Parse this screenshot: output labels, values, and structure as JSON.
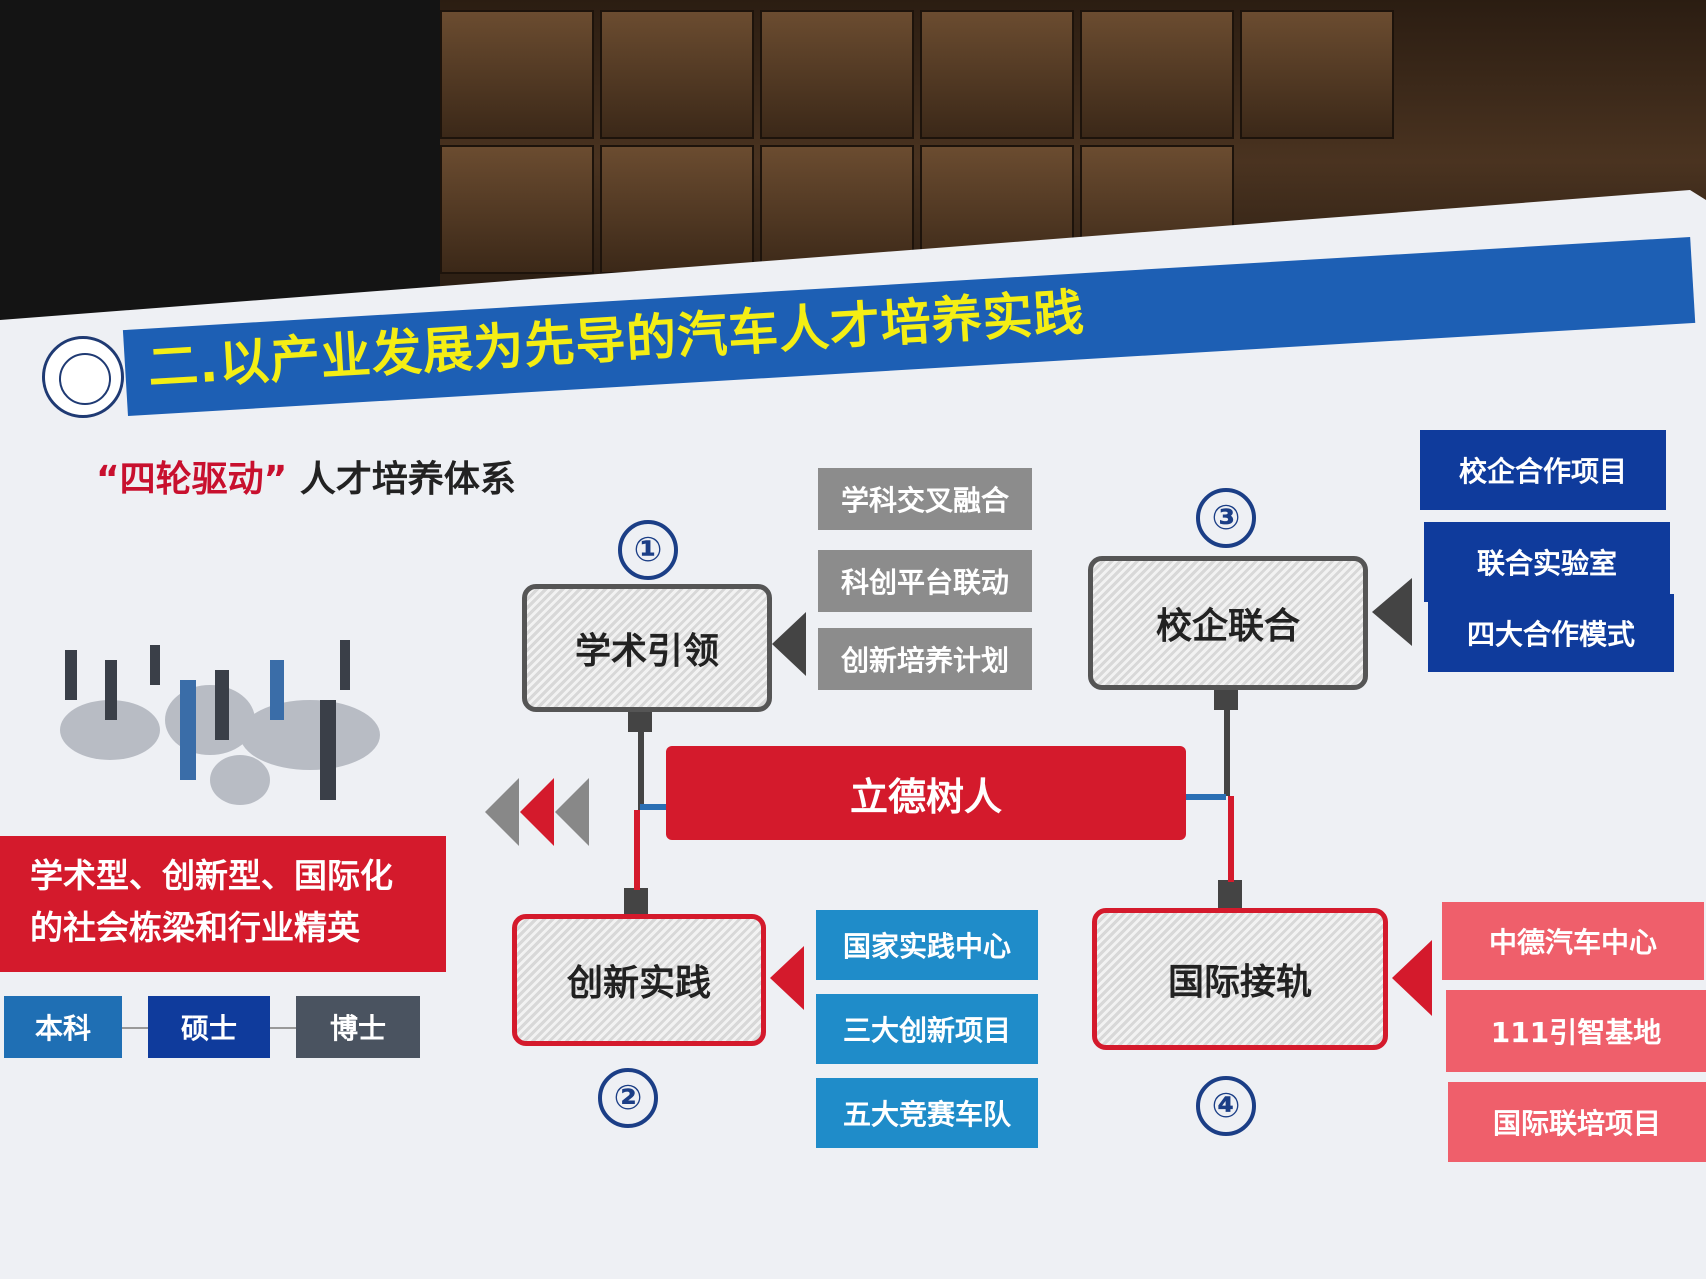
{
  "title": "二.以产业发展为先导的汽车人才培养实践",
  "subtitle_quote": "“四轮驱动”",
  "subtitle_rest": "人才培养体系",
  "center_label": "立德树人",
  "goal": {
    "line1": "学术型、创新型、国际化",
    "line2": "的社会栋梁和行业精英"
  },
  "degrees": [
    "本科",
    "硕士",
    "博士"
  ],
  "wheels": [
    {
      "num": "①",
      "label": "学术引领",
      "tags": [
        "学科交叉融合",
        "科创平台联动",
        "创新培养计划"
      ]
    },
    {
      "num": "②",
      "label": "创新实践",
      "tags": [
        "国家实践中心",
        "三大创新项目",
        "五大竞赛车队"
      ]
    },
    {
      "num": "③",
      "label": "校企联合",
      "tags": [
        "校企合作项目",
        "联合实验室",
        "四大合作模式"
      ]
    },
    {
      "num": "④",
      "label": "国际接轨",
      "tags": [
        "中德汽车中心",
        "111引智基地",
        "国际联培项目"
      ]
    }
  ],
  "colors": {
    "title_bar": "#1d5fb4",
    "title_text": "#f4ee14",
    "accent_red": "#d41a2c",
    "navy": "#0f3b9c",
    "teal": "#1f8cc9",
    "pink": "#ef5f6b",
    "gray": "#8c8c8c"
  },
  "icons": [
    "university-logo-icon",
    "world-map-people-image",
    "chevron-left-icon"
  ]
}
